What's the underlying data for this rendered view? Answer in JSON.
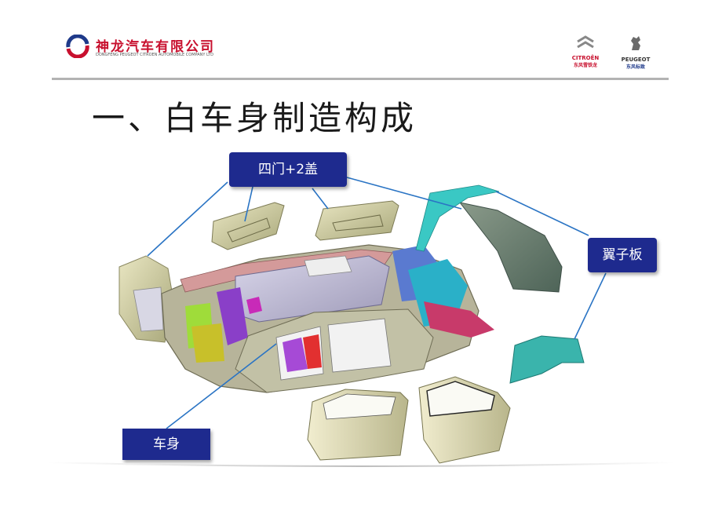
{
  "header": {
    "company_cn": "神龙汽车有限公司",
    "company_en": "DONGFENG PEUGEOT CITROEN AUTOMOBILE COMPANY LTD",
    "brands": [
      {
        "en": "CITROËN",
        "cn": "东风雪铁龙"
      },
      {
        "en": "PEUGEOT",
        "cn": "东风标致"
      }
    ]
  },
  "title": "一、白车身制造构成",
  "labels": {
    "doors": "四门+2盖",
    "fender": "翼子板",
    "body": "车身"
  },
  "colors": {
    "label_bg": "#1e2a8e",
    "callout_line": "#2a74c4",
    "brand_red": "#c8102e"
  }
}
